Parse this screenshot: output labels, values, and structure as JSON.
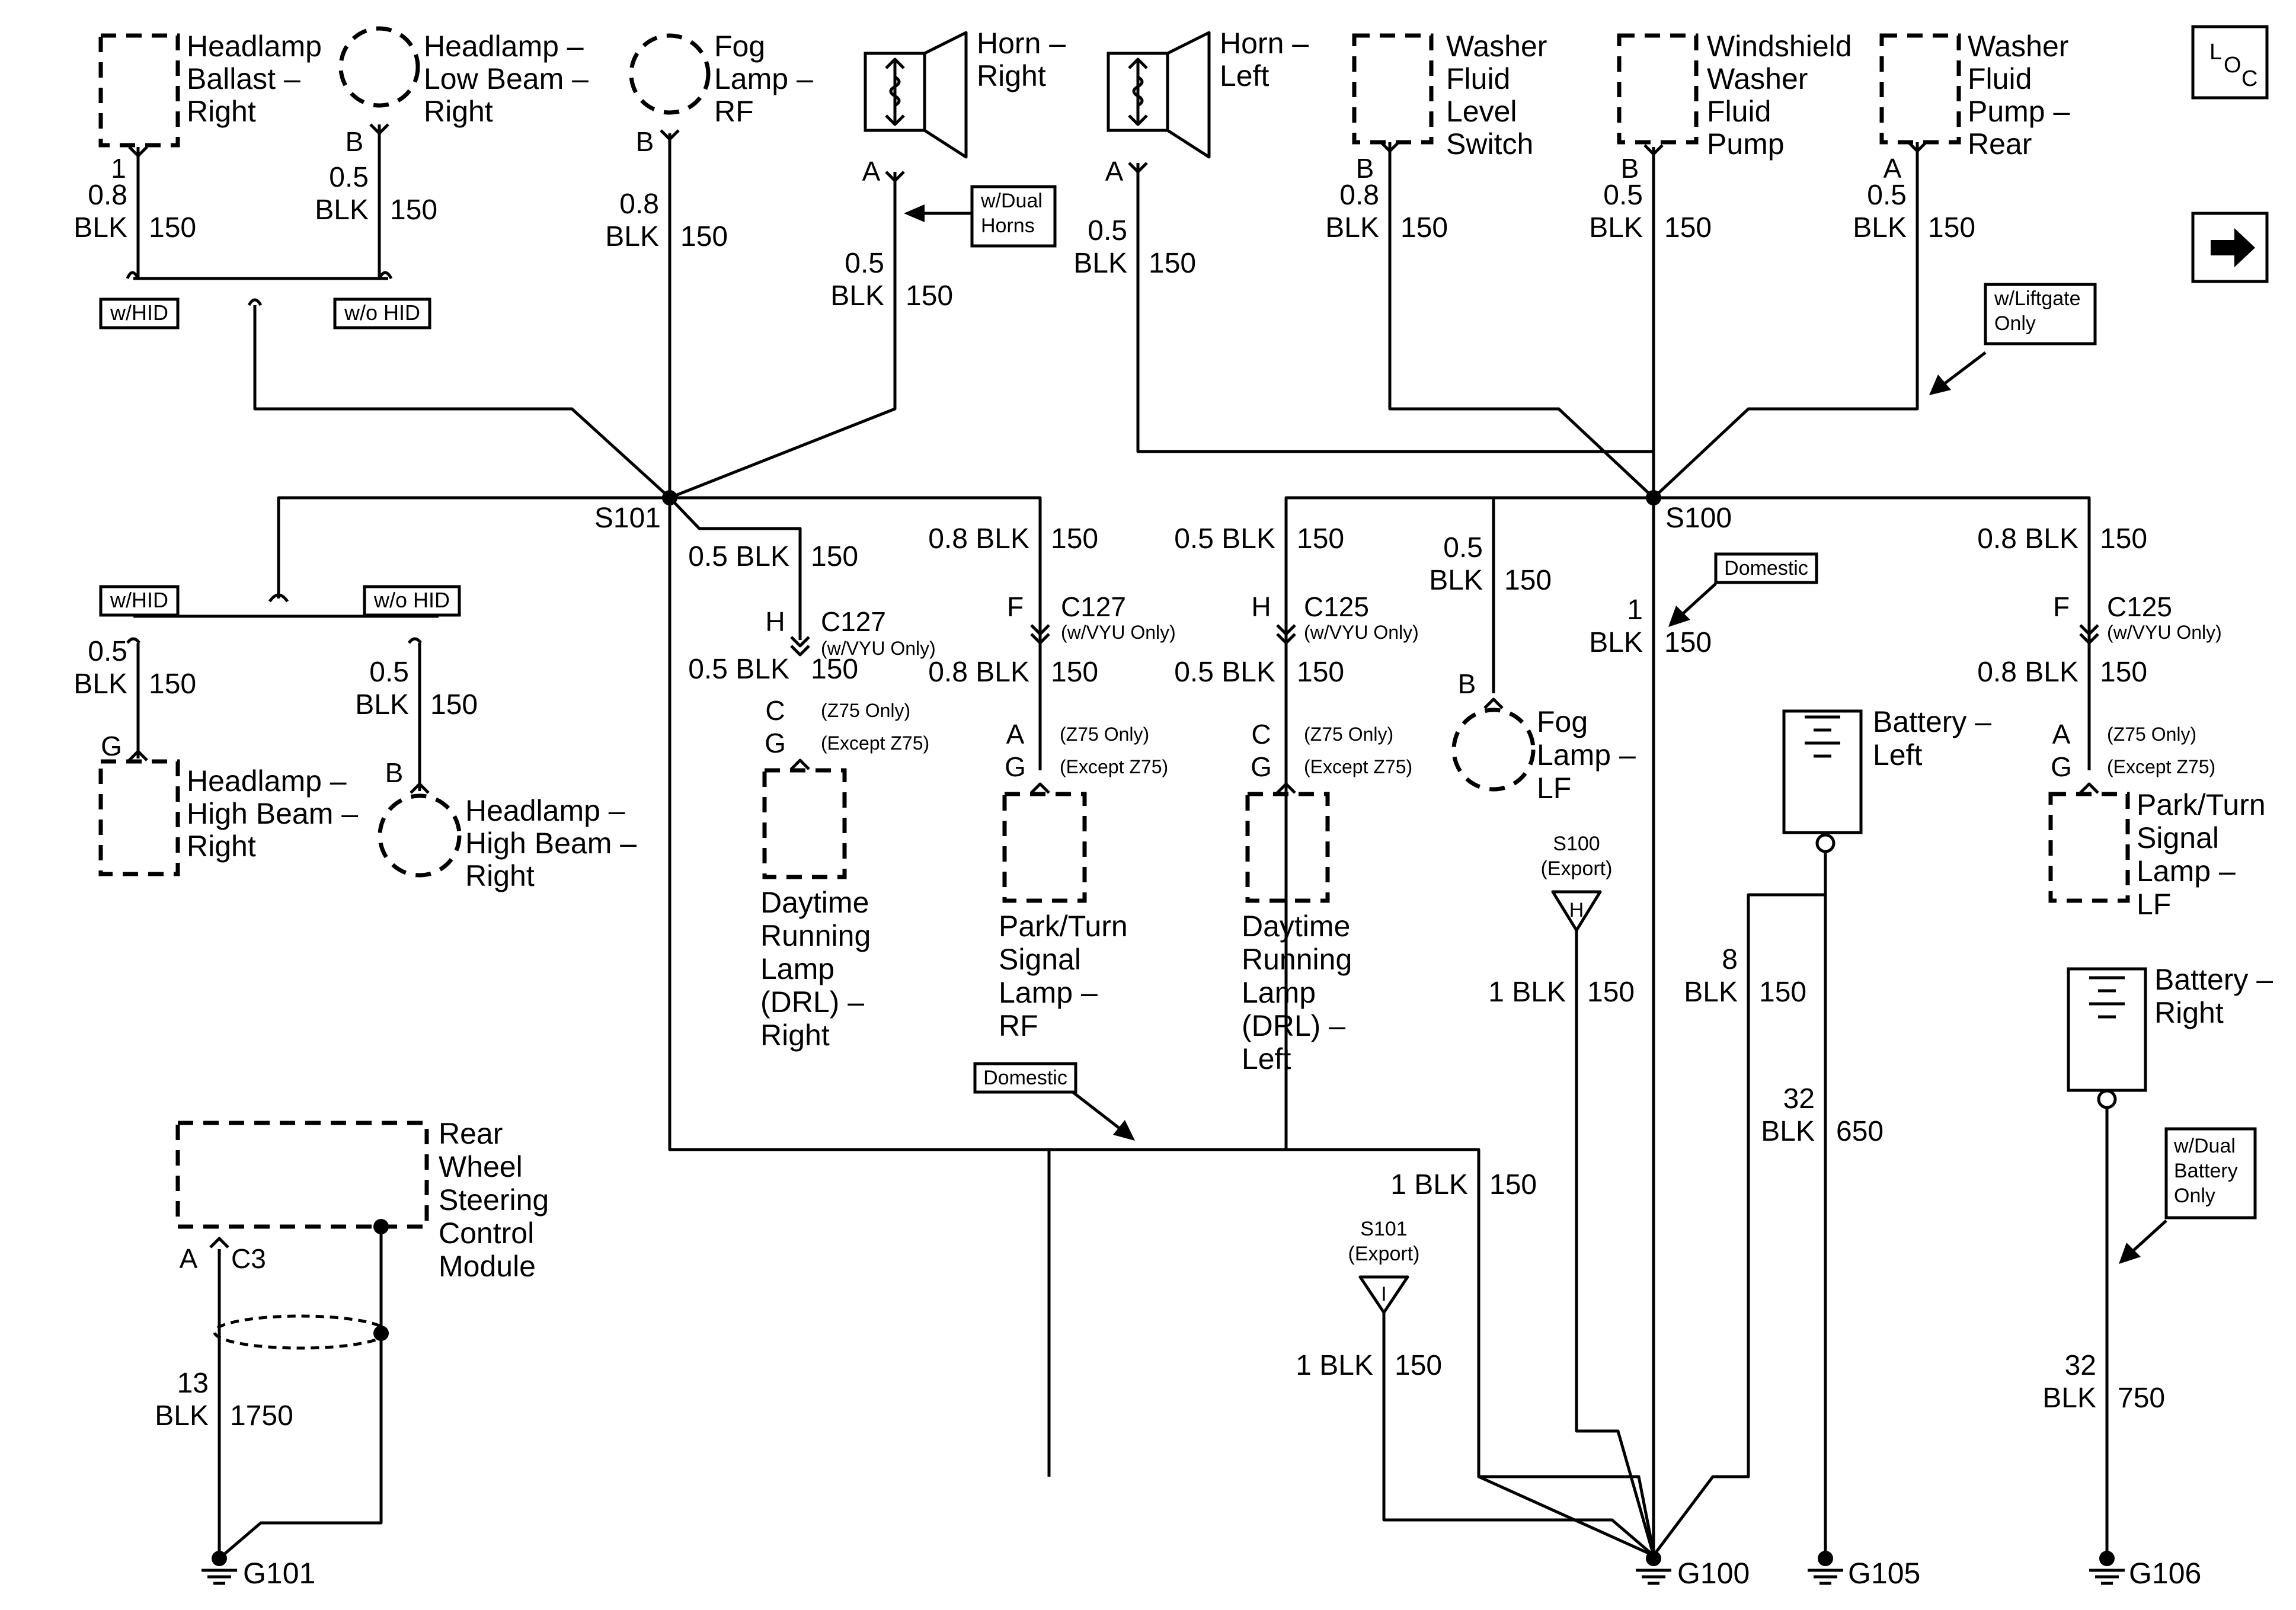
{
  "colors": {
    "line": "#000000",
    "background": "#ffffff"
  },
  "icons": {
    "loc": "loc-icon",
    "next": "next-page-arrow-icon",
    "ground": "ground-icon",
    "horn": "horn-icon",
    "battery": "battery-icon"
  },
  "components": {
    "headlamp_ballast_right": "Headlamp\nBallast –\nRight",
    "headlamp_low_beam_right": "Headlamp –\nLow Beam –\nRight",
    "fog_lamp_rf": "Fog\nLamp –\nRF",
    "horn_right": "Horn –\nRight",
    "horn_left": "Horn –\nLeft",
    "washer_fluid_level_switch": "Washer\nFluid\nLevel\nSwitch",
    "windshield_washer_fluid_pump": "Windshield\nWasher\nFluid\nPump",
    "washer_fluid_pump_rear": "Washer\nFluid\nPump –\nRear",
    "headlamp_high_beam_right_hid": "Headlamp –\nHigh Beam –\nRight",
    "headlamp_high_beam_right": "Headlamp –\nHigh Beam –\nRight",
    "drl_right": "Daytime\nRunning\nLamp\n(DRL) –\nRight",
    "park_turn_rf": "Park/Turn\nSignal\nLamp –\nRF",
    "drl_left": "Daytime\nRunning\nLamp\n(DRL) –\nLeft",
    "fog_lamp_lf": "Fog\nLamp –\nLF",
    "battery_left": "Battery –\nLeft",
    "park_turn_lf": "Park/Turn\nSignal\nLamp –\nLF",
    "battery_right": "Battery –\nRight",
    "rwsc_module": "Rear\nWheel\nSteering\nControl\nModule"
  },
  "options": {
    "w_hid_top": "w/HID",
    "wo_hid_top": "w/o HID",
    "w_hid_mid": "w/HID",
    "wo_hid_mid": "w/o HID",
    "dual_horns": "w/Dual\nHorns",
    "liftgate_only": "w/Liftgate\nOnly",
    "domestic_right": "Domestic",
    "domestic_left": "Domestic",
    "dual_battery": "w/Dual\nBattery\nOnly"
  },
  "pins": {
    "ballast": "1",
    "low_beam": "B",
    "fog_rf": "B",
    "horn_r": "A",
    "horn_l": "A",
    "level_sw": "B",
    "ws_pump": "B",
    "rear_pump": "A",
    "hb_hid": "G",
    "hb": "B",
    "drl_r_top": "H",
    "drl_r_c": "C",
    "drl_r_g": "G",
    "pt_rf_top": "F",
    "pt_rf_a": "A",
    "pt_rf_g": "G",
    "drl_l_top": "H",
    "drl_l_c": "C",
    "drl_l_g": "G",
    "fog_lf": "B",
    "pt_lf_top": "F",
    "pt_lf_a": "A",
    "pt_lf_g": "G",
    "rwsc": "A"
  },
  "connectors": {
    "c127_r": "C127",
    "c127_r_note": "(w/VYU Only)",
    "c127_rf": "C127",
    "c127_rf_note": "(w/VYU Only)",
    "c125_l": "C125",
    "c125_l_note": "(w/VYU Only)",
    "c125_lf": "C125",
    "c125_lf_note": "(w/VYU Only)",
    "rwsc_c3": "C3"
  },
  "notes": {
    "z75_only": "(Z75 Only)",
    "except_z75": "(Except Z75)"
  },
  "splices": {
    "s101": "S101",
    "s100": "S100",
    "s100_export": "S100\n(Export)",
    "s100_export_pin": "H",
    "s101_export": "S101\n(Export)",
    "s101_export_pin": "I"
  },
  "grounds": {
    "g100": "G100",
    "g101": "G101",
    "g105": "G105",
    "g106": "G106"
  },
  "wires": {
    "w_ballast": {
      "size": "0.8",
      "color": "BLK",
      "circuit": "150"
    },
    "w_low_beam": {
      "size": "0.5",
      "color": "BLK",
      "circuit": "150"
    },
    "w_fog_rf": {
      "size": "0.8",
      "color": "BLK",
      "circuit": "150"
    },
    "w_horn_r": {
      "size": "0.5",
      "color": "BLK",
      "circuit": "150"
    },
    "w_horn_l": {
      "size": "0.5",
      "color": "BLK",
      "circuit": "150"
    },
    "w_level_sw": {
      "size": "0.8",
      "color": "BLK",
      "circuit": "150"
    },
    "w_ws_pump": {
      "size": "0.5",
      "color": "BLK",
      "circuit": "150"
    },
    "w_rear_pump": {
      "size": "0.5",
      "color": "BLK",
      "circuit": "150"
    },
    "w_hb_hid": {
      "size": "0.5",
      "color": "BLK",
      "circuit": "150"
    },
    "w_hb": {
      "size": "0.5",
      "color": "BLK",
      "circuit": "150"
    },
    "w_drl_r_top": {
      "label": "0.5 BLK",
      "circuit": "150"
    },
    "w_drl_r_bot": {
      "label": "0.5 BLK",
      "circuit": "150"
    },
    "w_pt_rf_top": {
      "label": "0.8 BLK",
      "circuit": "150"
    },
    "w_pt_rf_bot": {
      "label": "0.8 BLK",
      "circuit": "150"
    },
    "w_drl_l_top": {
      "label": "0.5 BLK",
      "circuit": "150"
    },
    "w_drl_l_bot": {
      "label": "0.5 BLK",
      "circuit": "150"
    },
    "w_fog_lf": {
      "size": "0.5",
      "color": "BLK",
      "circuit": "150"
    },
    "w_s100_main": {
      "size": "1",
      "color": "BLK",
      "circuit": "150"
    },
    "w_pt_lf_top": {
      "label": "0.8 BLK",
      "circuit": "150"
    },
    "w_pt_lf_bot": {
      "label": "0.8 BLK",
      "circuit": "150"
    },
    "w_s100_export": {
      "label": "1 BLK",
      "circuit": "150"
    },
    "w_g100_8": {
      "size": "8",
      "color": "BLK",
      "circuit": "150"
    },
    "w_batt_l": {
      "size": "32",
      "color": "BLK",
      "circuit": "650"
    },
    "w_s101_long": {
      "label": "1 BLK",
      "circuit": "150"
    },
    "w_s101_export": {
      "label": "1 BLK",
      "circuit": "150"
    },
    "w_rwsc": {
      "size": "13",
      "color": "BLK",
      "circuit": "1750"
    },
    "w_batt_r": {
      "size": "32",
      "color": "BLK",
      "circuit": "750"
    }
  }
}
